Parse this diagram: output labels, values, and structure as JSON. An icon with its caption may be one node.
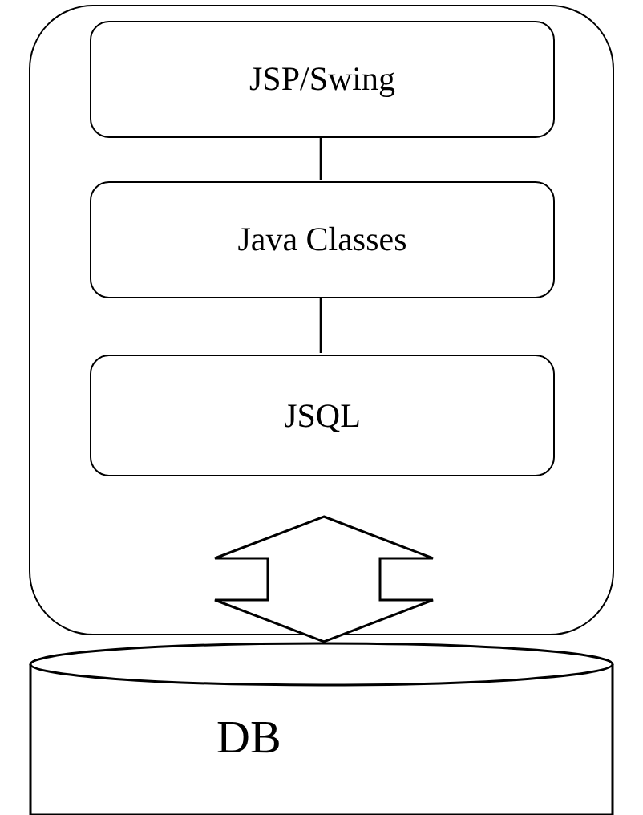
{
  "diagram": {
    "nodes": [
      {
        "text": [],
        "shape": "box"
      },
      {
        "text": [
          "JSP/Swing"
        ],
        "in": 0
      },
      {
        "text": [
          "Java Classes"
        ],
        "in": 0
      },
      {
        "text": [
          "JSQL"
        ],
        "in": 0
      },
      {
        "text": [
          "DB"
        ]
      }
    ],
    "edges": [
      {
        "from": 1,
        "to": 2,
        "arrow": "none"
      },
      {
        "from": 2,
        "to": 3,
        "arrow": "none"
      },
      {
        "from": 0,
        "to": 4,
        "arrow": "both"
      }
    ]
  }
}
